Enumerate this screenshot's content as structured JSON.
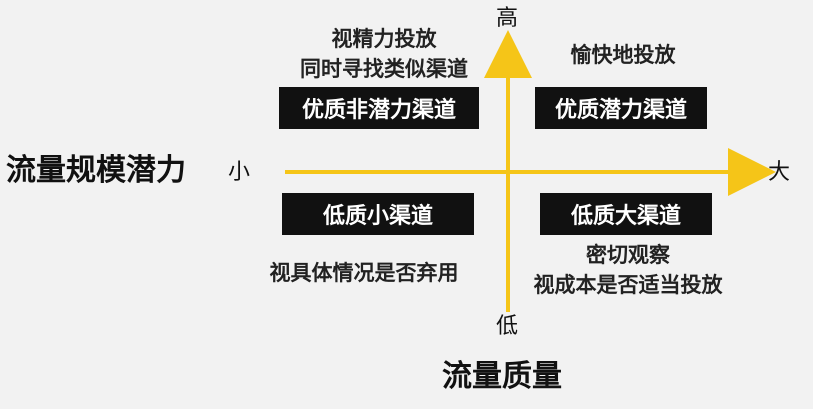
{
  "axes": {
    "x_name": "流量规模潜力",
    "x_low": "小",
    "x_high": "大",
    "y_name": "流量质量",
    "y_high": "高",
    "y_low": "低",
    "axis_color": "#f5c518"
  },
  "quadrants": {
    "top_left": {
      "label": "优质非潜力渠道",
      "advice": [
        "视精力投放",
        "同时寻找类似渠道"
      ]
    },
    "top_right": {
      "label": "优质潜力渠道",
      "advice": [
        "愉快地投放"
      ]
    },
    "bottom_left": {
      "label": "低质小渠道",
      "advice": [
        "视具体情况是否弃用"
      ]
    },
    "bottom_right": {
      "label": "低质大渠道",
      "advice": [
        "密切观察",
        "视成本是否适当投放"
      ]
    }
  },
  "colors": {
    "box_bg": "#111111",
    "box_text": "#ffffff",
    "background": "#f2f2f2"
  }
}
